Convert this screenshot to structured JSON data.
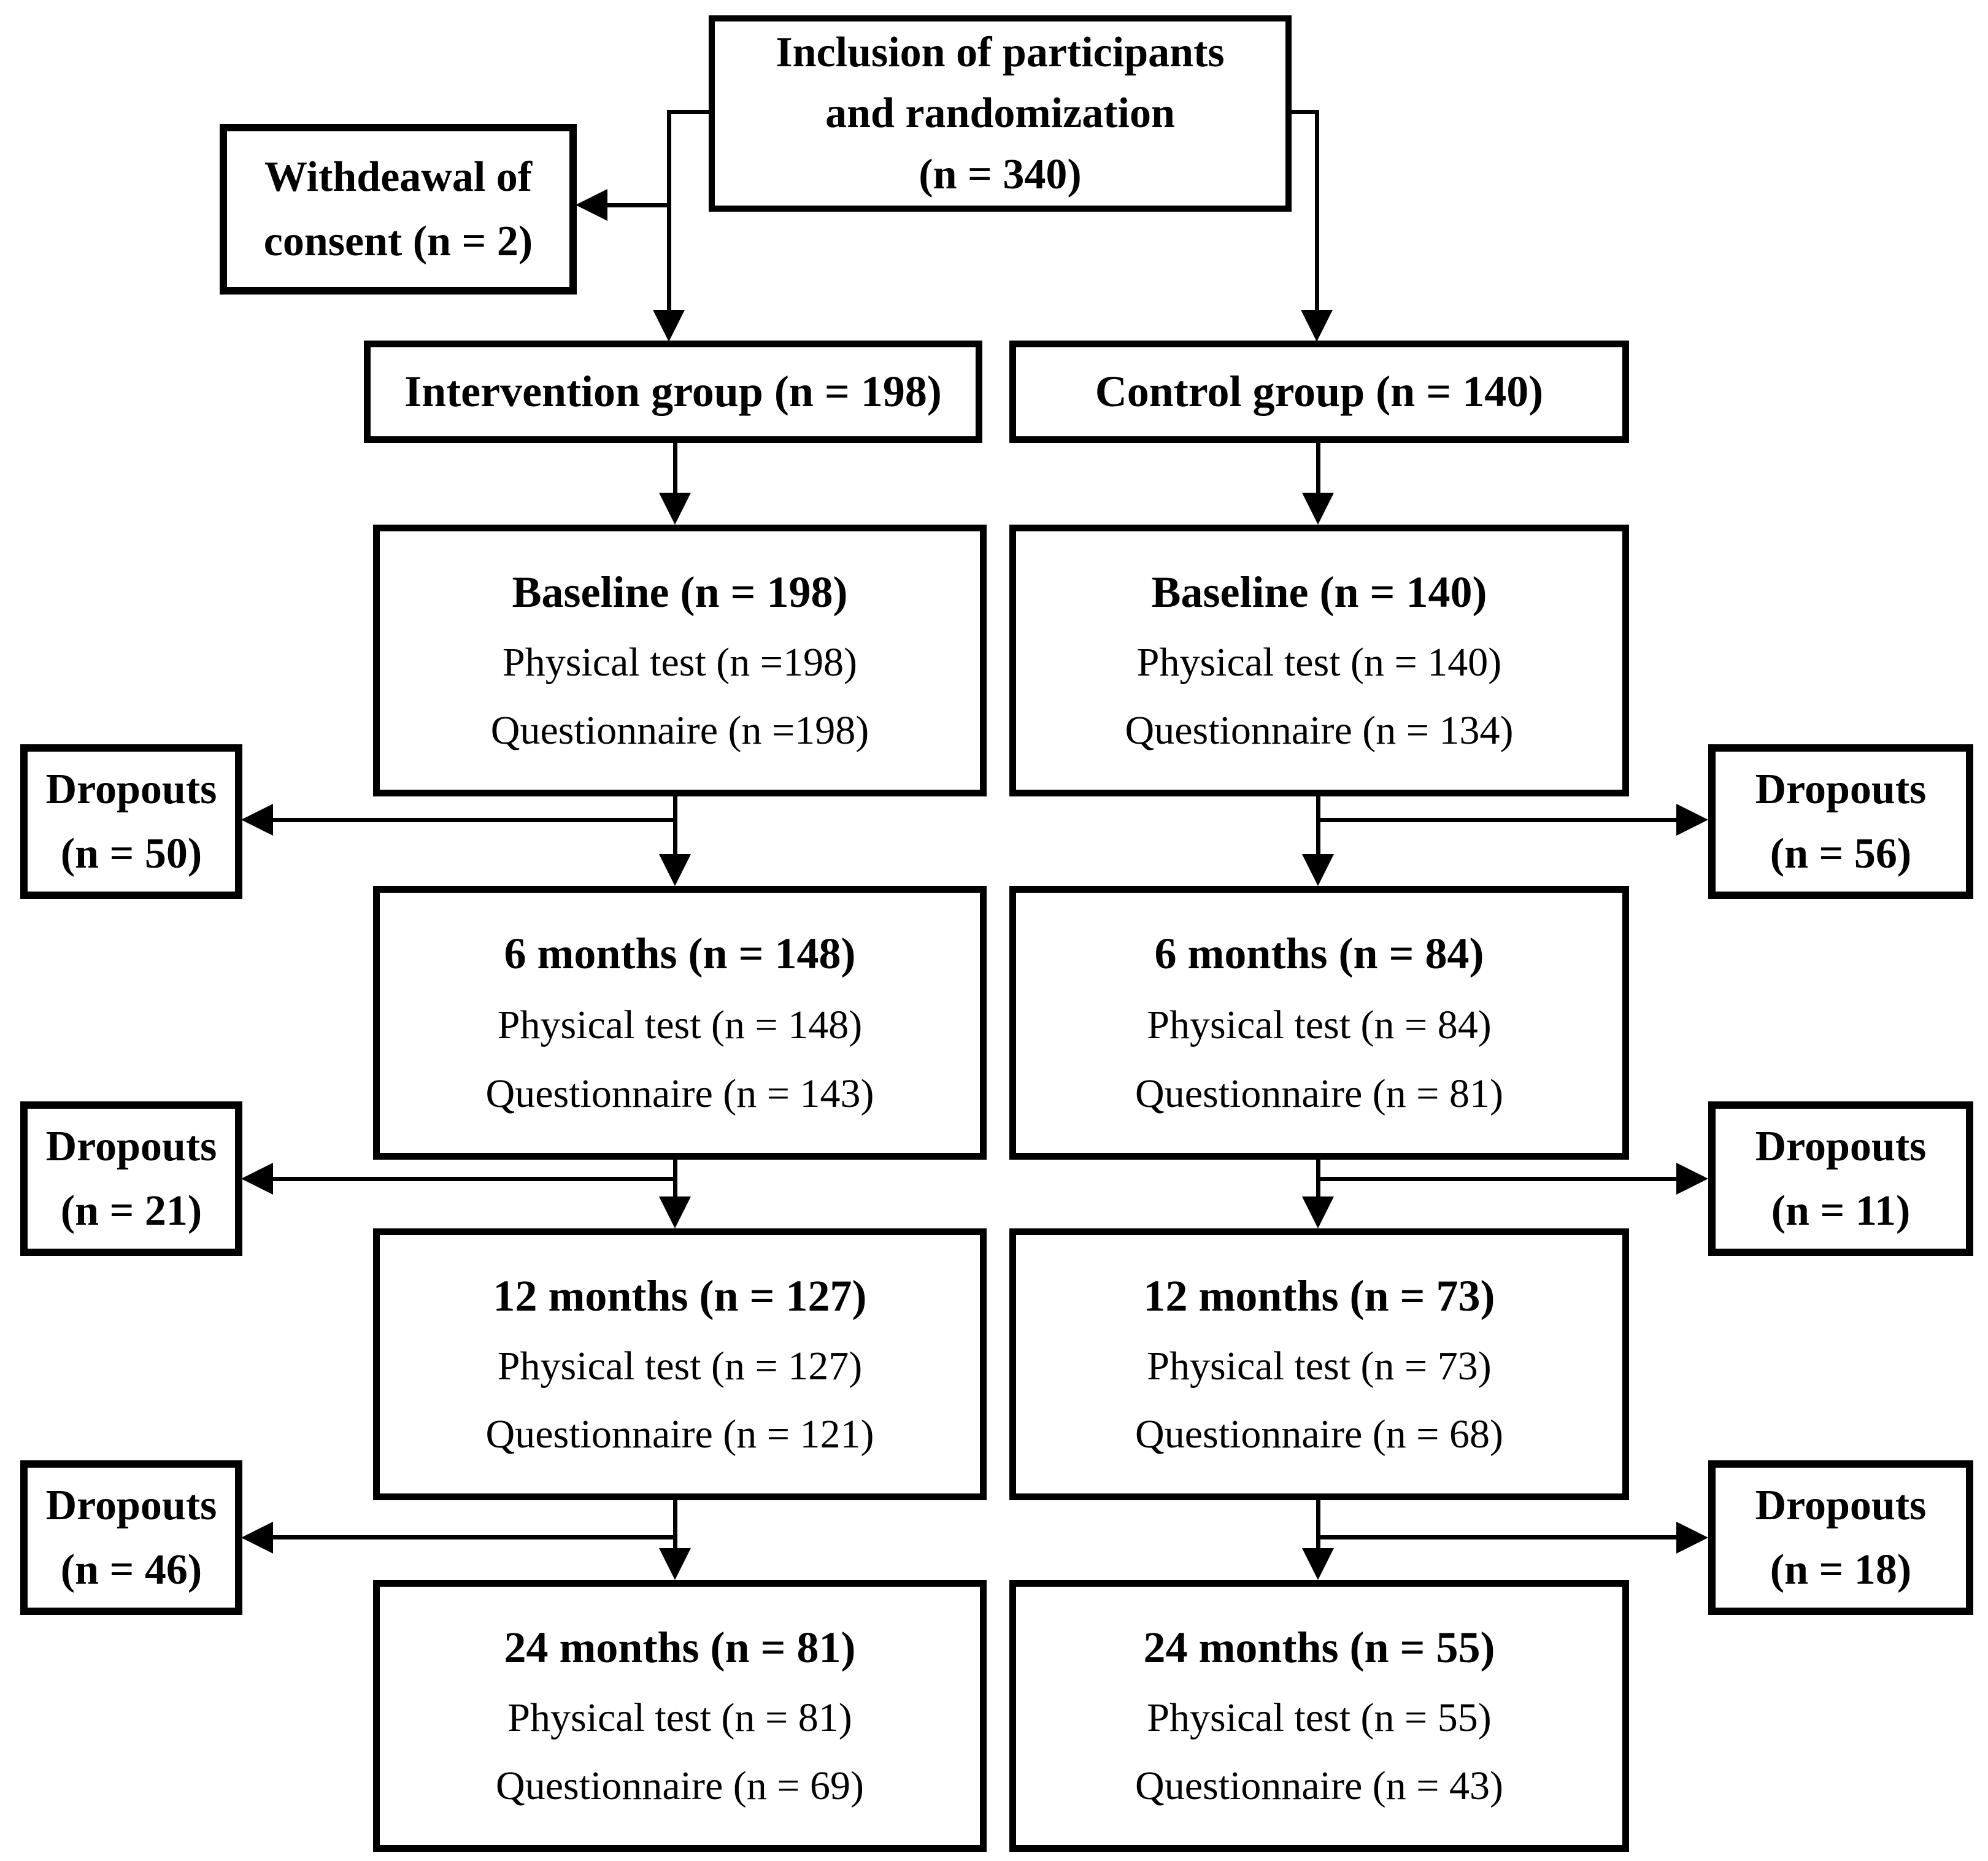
{
  "figure": {
    "inclusion_box": "Inclusion of participants\nand randomization\n(n = 340)",
    "withdrawal_box": "Withdeawal of\nconsent (n = 2)",
    "columns": [
      {
        "group_label": "Intervention group (n = 198)",
        "stages": [
          {
            "title": "Baseline (n = 198)",
            "physical_test": "Physical test (n =198)",
            "questionnaire": "Questionnaire (n =198)"
          },
          {
            "title": "6 months (n = 148)",
            "physical_test": "Physical test (n = 148)",
            "questionnaire": "Questionnaire (n = 143)"
          },
          {
            "title": "12 months (n = 127)",
            "physical_test": "Physical test (n = 127)",
            "questionnaire": "Questionnaire (n = 121)"
          },
          {
            "title": "24 months (n = 81)",
            "physical_test": "Physical test (n = 81)",
            "questionnaire": "Questionnaire (n = 69)"
          }
        ],
        "dropouts": [
          {
            "label": "Dropouts\n(n = 50)"
          },
          {
            "label": "Dropouts\n(n = 21)"
          },
          {
            "label": "Dropouts\n(n = 46)"
          }
        ]
      },
      {
        "group_label": "Control group (n = 140)",
        "stages": [
          {
            "title": "Baseline (n = 140)",
            "physical_test": "Physical test (n = 140)",
            "questionnaire": "Questionnaire (n = 134)"
          },
          {
            "title": "6 months (n = 84)",
            "physical_test": "Physical test (n = 84)",
            "questionnaire": "Questionnaire (n = 81)"
          },
          {
            "title": "12 months (n = 73)",
            "physical_test": "Physical test (n = 73)",
            "questionnaire": "Questionnaire (n = 68)"
          },
          {
            "title": "24 months (n = 55)",
            "physical_test": "Physical test (n = 55)",
            "questionnaire": "Questionnaire (n = 43)"
          }
        ],
        "dropouts": [
          {
            "label": "Dropouts\n(n = 56)"
          },
          {
            "label": "Dropouts\n(n = 11)"
          },
          {
            "label": "Dropouts\n(n = 18)"
          }
        ]
      }
    ],
    "colors": {
      "line": "#000000",
      "background": "#ffffff",
      "box_fill": "#ffffff"
    }
  }
}
